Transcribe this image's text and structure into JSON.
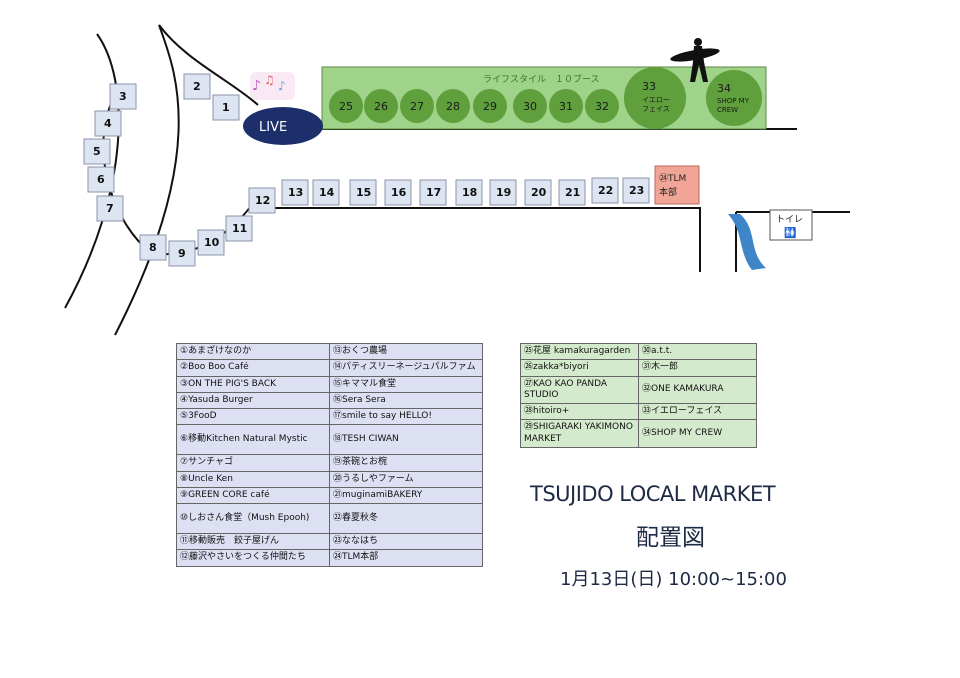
{
  "header": {
    "title": "TSUJIDO LOCAL MARKET",
    "subtitle": "配置図",
    "date": "1月13日(日) 10:00~15:00"
  },
  "map": {
    "live_label": "LIVE",
    "lifestyle_label": "ライフスタイル　１０ブース",
    "toilet_label": "トイレ",
    "hq_label": "㉔TLM\n本部",
    "booths": [
      "1",
      "2",
      "3",
      "4",
      "5",
      "6",
      "7",
      "8",
      "9",
      "10",
      "11",
      "12",
      "13",
      "14",
      "15",
      "16",
      "17",
      "18",
      "19",
      "20",
      "21",
      "22",
      "23"
    ],
    "circles": [
      "25",
      "26",
      "27",
      "28",
      "29",
      "30",
      "31",
      "32"
    ],
    "big_circles": [
      {
        "num": "33",
        "label": "イエロー\nフェイス"
      },
      {
        "num": "34",
        "label": "SHOP MY\nCREW"
      }
    ],
    "colors": {
      "booth_fill": "#dde5f2",
      "lifestyle_fill": "#9fd38a",
      "circle_fill": "#5f9f3c",
      "live_fill": "#1d2f6b",
      "hq_fill": "#f0a596",
      "water": "#3f86c9"
    }
  },
  "legend_left": [
    [
      "①あまざけなのか",
      "⑬おくつ農場"
    ],
    [
      "②Boo Boo Café",
      "⑭パティスリーネージュパルファム"
    ],
    [
      "③ON THE PIG'S BACK",
      "⑮キママル食堂"
    ],
    [
      "④Yasuda Burger",
      "⑯Sera Sera"
    ],
    [
      "⑤3FooD",
      "⑰smile to say HELLO!"
    ],
    [
      "⑥移動Kitchen Natural Mystic",
      "⑱TESH CIWAN"
    ],
    [
      "⑦サンチャゴ",
      "⑲茶碗とお椀"
    ],
    [
      "⑧Uncle Ken",
      "⑳うるしやファーム"
    ],
    [
      "⑨GREEN CORE café",
      "㉑muginamiBAKERY"
    ],
    [
      "⑩しおさん食堂（Mush Epooh)",
      "㉒春夏秋冬"
    ],
    [
      "⑪移動販売　餃子屋げん",
      "㉓ななはち"
    ],
    [
      "⑫藤沢やさいをつくる仲間たち",
      "㉔TLM本部"
    ]
  ],
  "legend_right": [
    [
      "㉕花屋 kamakuragarden",
      "㉚a.t.t."
    ],
    [
      "㉖zakka*biyori",
      "㉛木一郎"
    ],
    [
      "㉗KAO KAO PANDA STUDIO",
      "㉜ONE KAMAKURA"
    ],
    [
      "㉘hitoiro+",
      "㉝イエローフェイス"
    ],
    [
      "㉙SHIGARAKI YAKIMONO MARKET",
      "㉞SHOP MY CREW"
    ]
  ]
}
